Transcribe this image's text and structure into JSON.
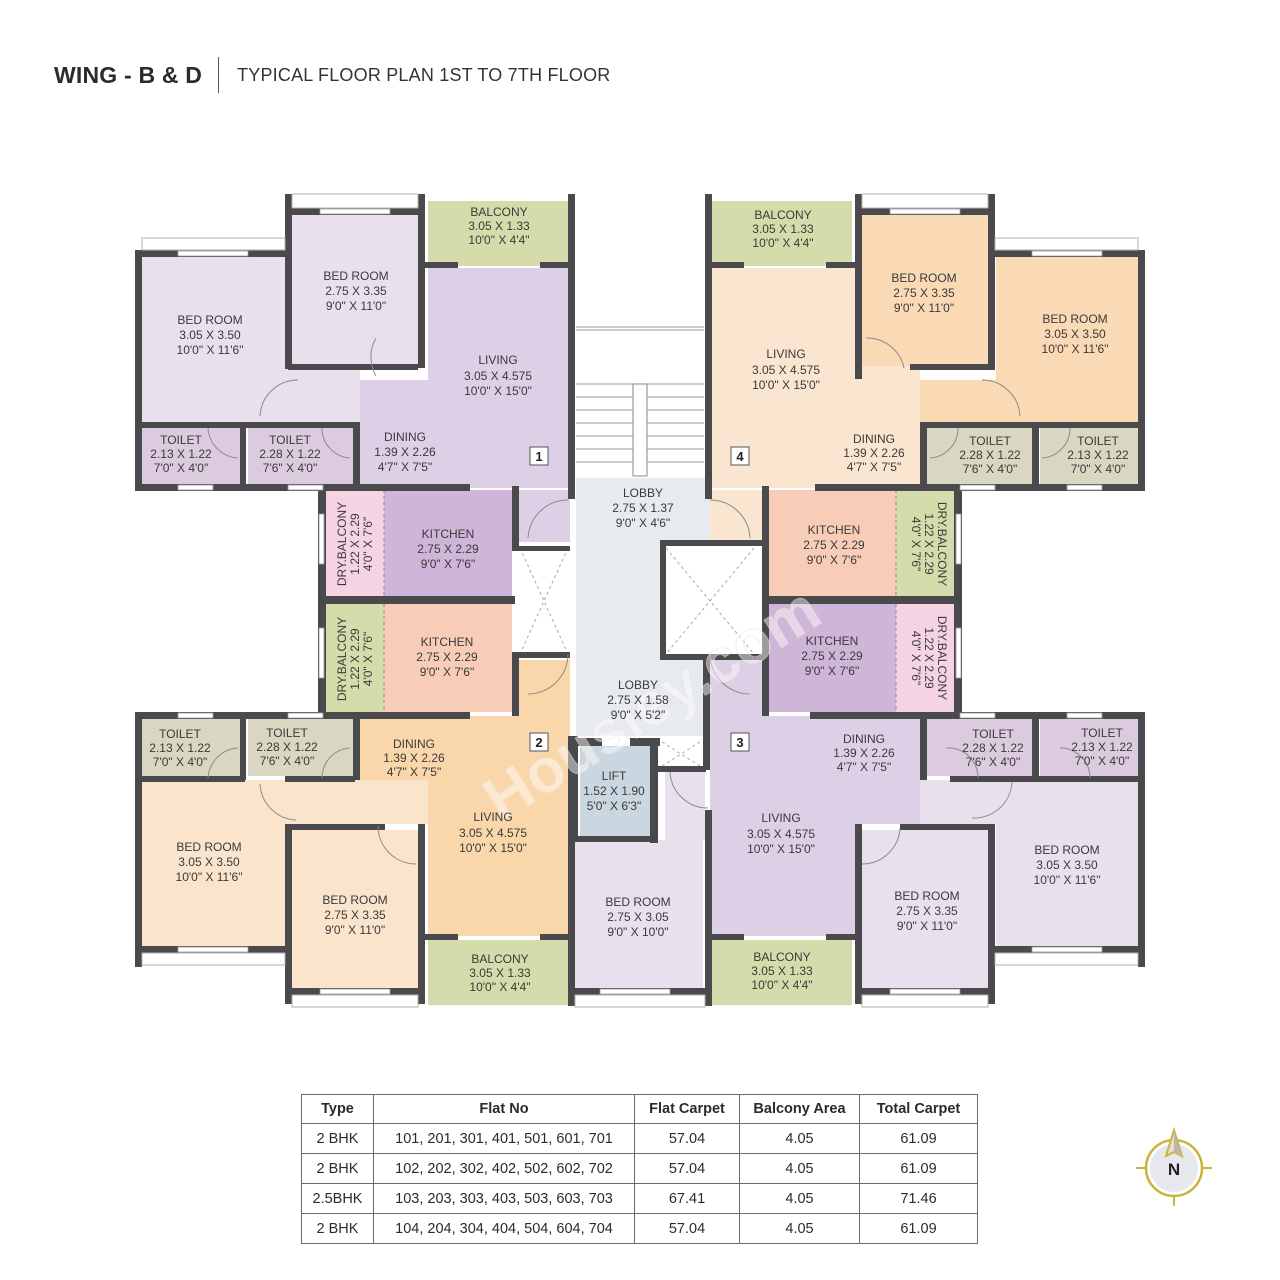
{
  "header": {
    "wing": "WING - B & D",
    "subtitle": "TYPICAL FLOOR PLAN 1ST TO 7TH FLOOR"
  },
  "colors": {
    "wall": "#4a4a4c",
    "flat1": "#e9e0ee",
    "flat1_living": "#ddd0e6",
    "flat2": "#fae4cc",
    "flat2_living": "#fad7aa",
    "flat3": "#e9e0ee",
    "flat3_living": "#ddd0e6",
    "flat4": "#fad9b5",
    "flat4_living": "#fae6d0",
    "balcony": "#d5dbaa",
    "toilet_purple": "#dccbdf",
    "toilet_beige": "#d9d7c2",
    "kitchen_purple": "#cfb6d8",
    "kitchen_peach": "#f7cdb8",
    "dry_pink": "#f5d3e3",
    "dry_green": "#d5dbaa",
    "lobby": "#e7eaee",
    "lift": "#cad7e0",
    "compass_gold": "#c9b43c",
    "compass_fill": "#e6e8ee"
  },
  "watermark": "Housiey.com",
  "flats": [
    {
      "number": "1",
      "rooms": [
        {
          "name": "BED ROOM",
          "metric": "3.05 X 3.50",
          "imperial": "10'0\" X 11'6\""
        },
        {
          "name": "BED ROOM",
          "metric": "2.75 X 3.35",
          "imperial": "9'0\" X 11'0\""
        },
        {
          "name": "BALCONY",
          "metric": "3.05 X 1.33",
          "imperial": "10'0\" X 4'4\""
        },
        {
          "name": "LIVING",
          "metric": "3.05 X 4.575",
          "imperial": "10'0\" X 15'0\""
        },
        {
          "name": "DINING",
          "metric": "1.39 X 2.26",
          "imperial": "4'7\" X 7'5\""
        },
        {
          "name": "TOILET",
          "metric": "2.13 X 1.22",
          "imperial": "7'0\" X 4'0\""
        },
        {
          "name": "TOILET",
          "metric": "2.28 X 1.22",
          "imperial": "7'6\" X 4'0\""
        },
        {
          "name": "KITCHEN",
          "metric": "2.75 X 2.29",
          "imperial": "9'0\" X 7'6\""
        },
        {
          "name": "DRY.BALCONY",
          "metric": "1.22 X 2.29",
          "imperial": "4'0\" X 7'6\""
        }
      ]
    },
    {
      "number": "2",
      "rooms": [
        {
          "name": "TOILET",
          "metric": "2.13 X 1.22",
          "imperial": "7'0\" X 4'0\""
        },
        {
          "name": "TOILET",
          "metric": "2.28 X 1.22",
          "imperial": "7'6\" X 4'0\""
        },
        {
          "name": "DINING",
          "metric": "1.39 X 2.26",
          "imperial": "4'7\" X 7'5\""
        },
        {
          "name": "LIVING",
          "metric": "3.05 X 4.575",
          "imperial": "10'0\" X 15'0\""
        },
        {
          "name": "BED ROOM",
          "metric": "3.05 X 3.50",
          "imperial": "10'0\" X 11'6\""
        },
        {
          "name": "BED ROOM",
          "metric": "2.75 X 3.35",
          "imperial": "9'0\" X 11'0\""
        },
        {
          "name": "BALCONY",
          "metric": "3.05 X 1.33",
          "imperial": "10'0\" X 4'4\""
        },
        {
          "name": "KITCHEN",
          "metric": "2.75 X 2.29",
          "imperial": "9'0\" X 7'6\""
        },
        {
          "name": "DRY.BALCONY",
          "metric": "1.22 X 2.29",
          "imperial": "4'0\" X 7'6\""
        }
      ]
    },
    {
      "number": "3",
      "rooms": [
        {
          "name": "DINING",
          "metric": "1.39 X 2.26",
          "imperial": "4'7\" X 7'5\""
        },
        {
          "name": "TOILET",
          "metric": "2.28 X 1.22",
          "imperial": "7'6\" X 4'0\""
        },
        {
          "name": "TOILET",
          "metric": "2.13 X 1.22",
          "imperial": "7'0\" X 4'0\""
        },
        {
          "name": "LIVING",
          "metric": "3.05 X 4.575",
          "imperial": "10'0\" X 15'0\""
        },
        {
          "name": "BED ROOM",
          "metric": "3.05 X 3.50",
          "imperial": "10'0\" X 11'6\""
        },
        {
          "name": "BED ROOM",
          "metric": "2.75 X 3.35",
          "imperial": "9'0\" X 11'0\""
        },
        {
          "name": "BED ROOM",
          "metric": "2.75 X 3.05",
          "imperial": "9'0\" X 10'0\""
        },
        {
          "name": "BALCONY",
          "metric": "3.05 X 1.33",
          "imperial": "10'0\" X 4'4\""
        },
        {
          "name": "KITCHEN",
          "metric": "2.75 X 2.29",
          "imperial": "9'0\" X 7'6\""
        },
        {
          "name": "DRY.BALCONY",
          "metric": "1.22 X 2.29",
          "imperial": "4'0\" X 7'6\""
        }
      ]
    },
    {
      "number": "4",
      "rooms": [
        {
          "name": "BALCONY",
          "metric": "3.05 X 1.33",
          "imperial": "10'0\" X 4'4\""
        },
        {
          "name": "BED ROOM",
          "metric": "2.75 X 3.35",
          "imperial": "9'0\" X 11'0\""
        },
        {
          "name": "BED ROOM",
          "metric": "3.05 X 3.50",
          "imperial": "10'0\" X 11'6\""
        },
        {
          "name": "LIVING",
          "metric": "3.05 X 4.575",
          "imperial": "10'0\" X 15'0\""
        },
        {
          "name": "DINING",
          "metric": "1.39 X 2.26",
          "imperial": "4'7\" X 7'5\""
        },
        {
          "name": "TOILET",
          "metric": "2.28 X 1.22",
          "imperial": "7'6\" X 4'0\""
        },
        {
          "name": "TOILET",
          "metric": "2.13 X 1.22",
          "imperial": "7'0\" X 4'0\""
        },
        {
          "name": "KITCHEN",
          "metric": "2.75 X 2.29",
          "imperial": "9'0\" X 7'6\""
        },
        {
          "name": "DRY.BALCONY",
          "metric": "1.22 X 2.29",
          "imperial": "4'0\" X 7'6\""
        }
      ]
    }
  ],
  "common": {
    "lobby_top": {
      "name": "LOBBY",
      "metric": "2.75 X 1.37",
      "imperial": "9'0\" X 4'6\""
    },
    "lobby_bottom": {
      "name": "LOBBY",
      "metric": "2.75 X 1.58",
      "imperial": "9'0\" X 5'2\""
    },
    "lift": {
      "name": "LIFT",
      "metric": "1.52 X 1.90",
      "imperial": "5'0\" X 6'3\""
    }
  },
  "area_table": {
    "headers": [
      "Type",
      "Flat No",
      "Flat Carpet",
      "Balcony Area",
      "Total Carpet"
    ],
    "rows": [
      [
        "2 BHK",
        "101, 201, 301, 401, 501, 601, 701",
        "57.04",
        "4.05",
        "61.09"
      ],
      [
        "2 BHK",
        "102, 202, 302, 402, 502, 602, 702",
        "57.04",
        "4.05",
        "61.09"
      ],
      [
        "2.5BHK",
        "103, 203, 303, 403, 503, 603, 703",
        "67.41",
        "4.05",
        "71.46"
      ],
      [
        "2 BHK",
        "104, 204, 304, 404, 504, 604, 704",
        "57.04",
        "4.05",
        "61.09"
      ]
    ]
  },
  "compass": {
    "label": "N",
    "icon": "north-arrow-icon"
  }
}
